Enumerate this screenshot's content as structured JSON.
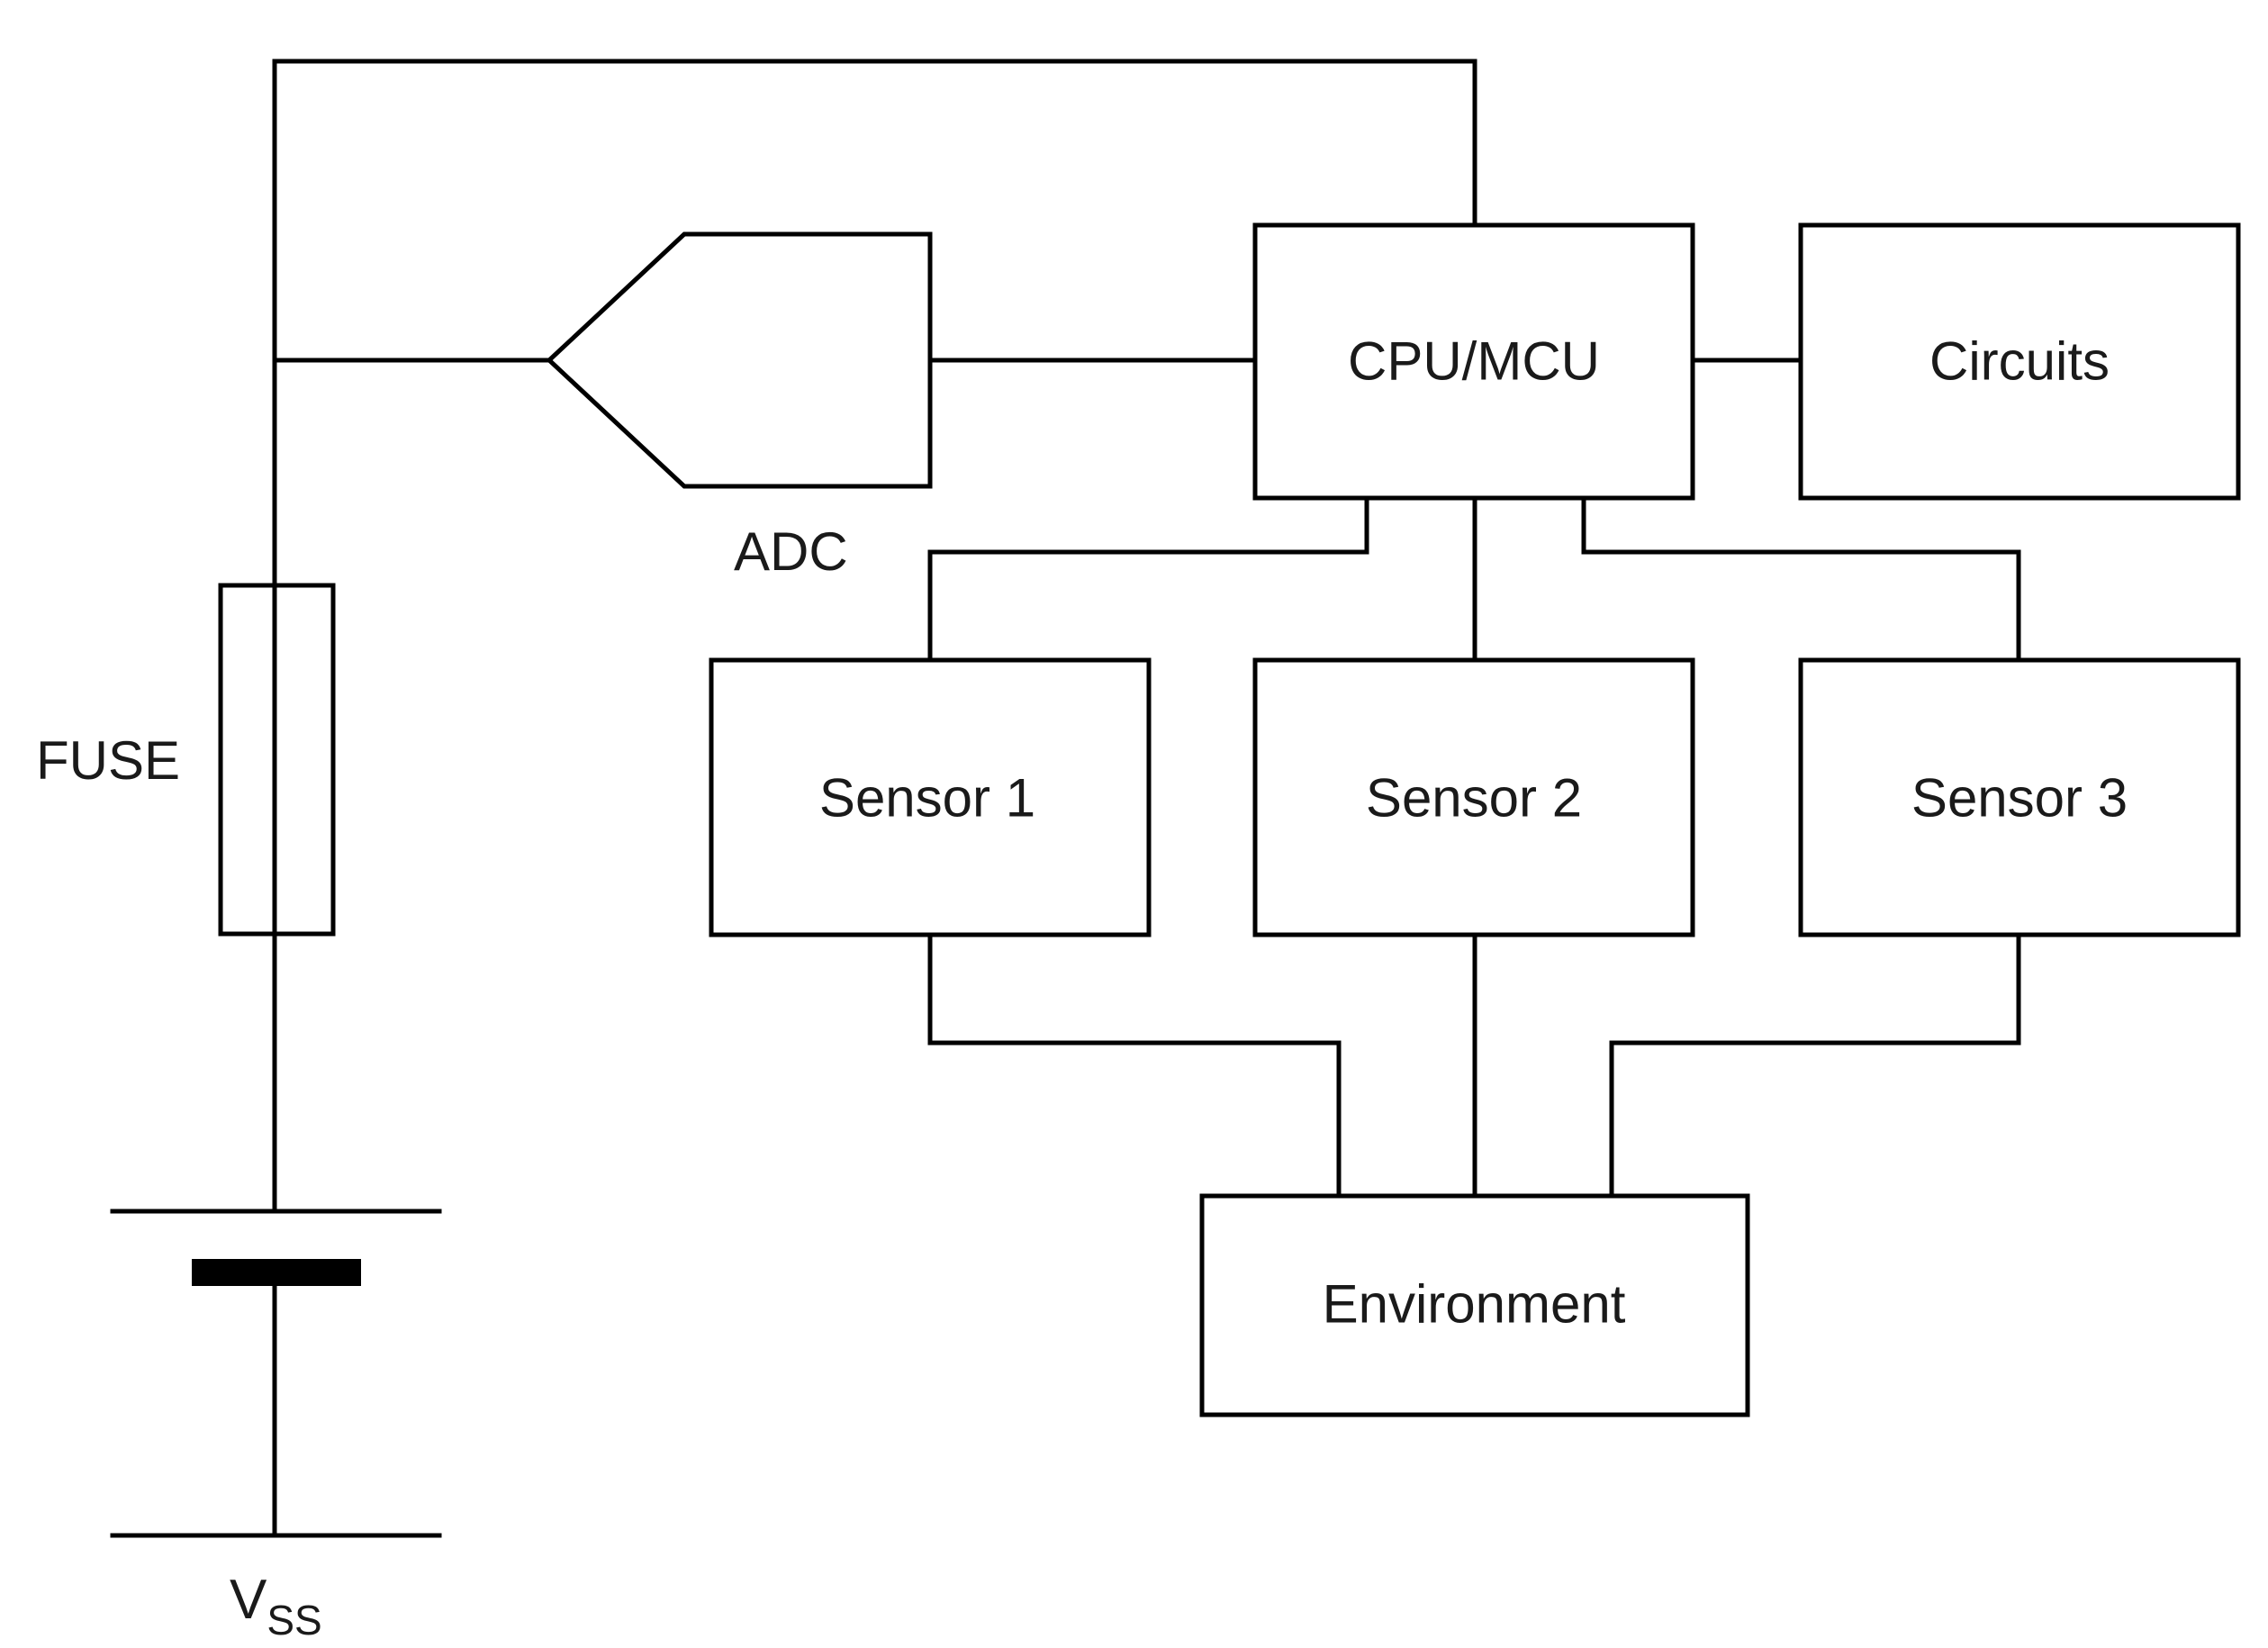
{
  "blocks": {
    "cpu": "CPU/MCU",
    "circuits": "Circuits",
    "sensor1": "Sensor 1",
    "sensor2": "Sensor 2",
    "sensor3": "Sensor 3",
    "environment": "Environment"
  },
  "components": {
    "adc": "ADC",
    "fuse": "FUSE",
    "vss_main": "V",
    "vss_sub": "SS"
  }
}
